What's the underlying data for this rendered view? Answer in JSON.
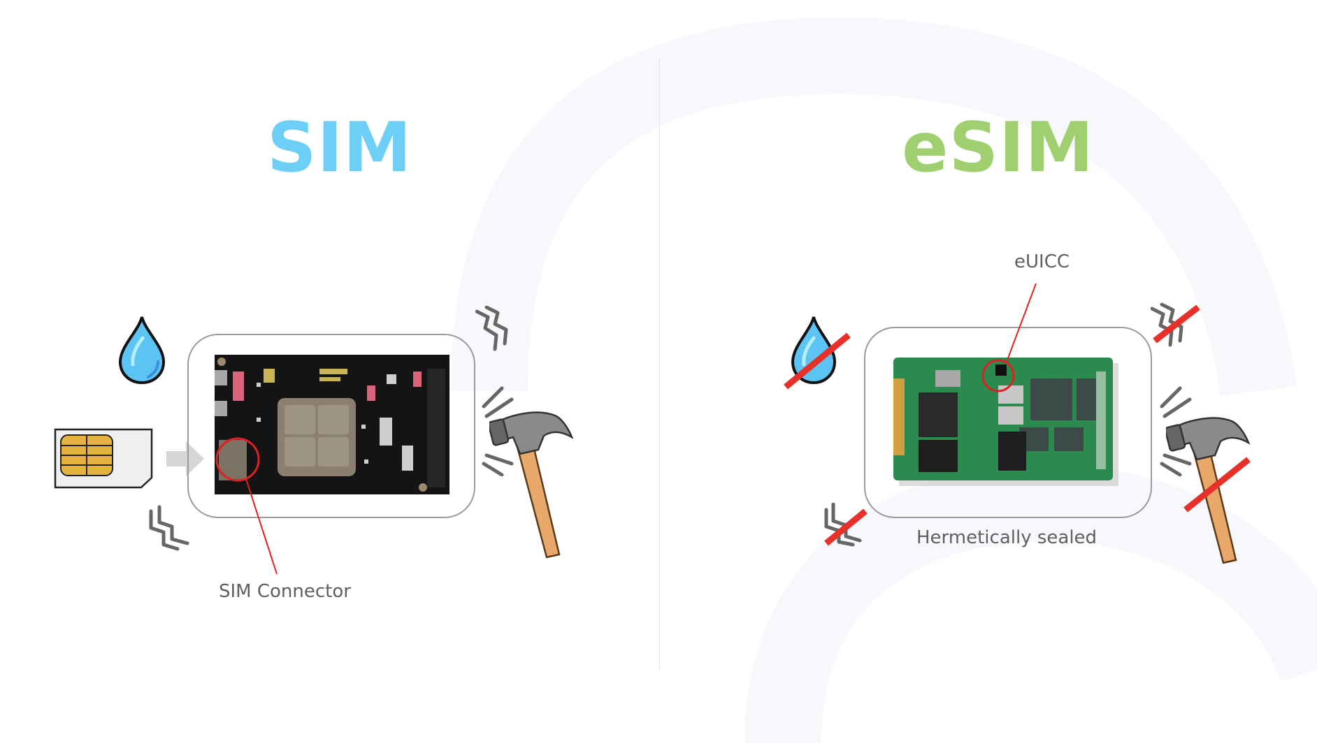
{
  "sim_panel": {
    "title": "SIM",
    "title_color": "#6ecff6",
    "callout_label": "SIM Connector",
    "icons": [
      "water-drop-icon",
      "sim-card-icon",
      "insert-arrow-icon",
      "vibration-icon",
      "hammer-icon",
      "impact-lines-icon",
      "circuit-board-image"
    ]
  },
  "esim_panel": {
    "title": "eSIM",
    "title_color": "#9fcf6e",
    "callout_label": "eUICC",
    "caption": "Hermetically sealed",
    "icons": [
      "water-drop-crossed-icon",
      "vibration-crossed-icon",
      "hammer-crossed-icon",
      "impact-lines-icon",
      "m2-module-image"
    ]
  },
  "colors": {
    "callout_line": "#e02020",
    "strike": "#e8302a",
    "frame_border": "#9a9a9a",
    "label_text": "#5f5f5f",
    "divider": "#e2e2e2"
  }
}
